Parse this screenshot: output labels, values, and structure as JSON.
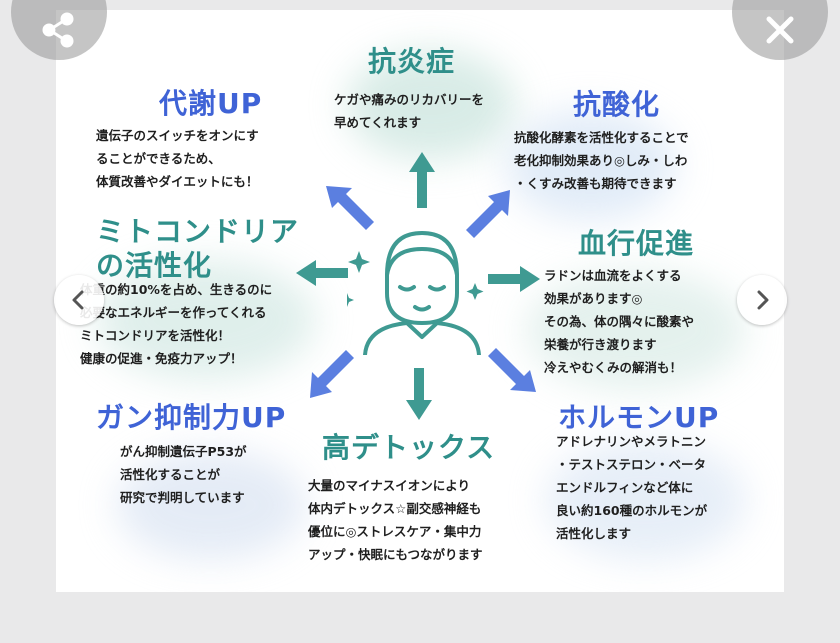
{
  "infographic": {
    "center": {
      "title": "抗炎症",
      "text": "ケガや痛みのリカバリーを\n早めてくれます"
    },
    "top_left": {
      "title": "代謝UP",
      "text": "遺伝子のスイッチをオンにす\nることができるため、\n体質改善やダイエットにも！"
    },
    "top_right": {
      "title": "抗酸化",
      "text": "抗酸化酵素を活性化することで\n老化抑制効果あり◎しみ・しわ\n・くすみ改善も期待できます"
    },
    "mid_left": {
      "title_line1": "ミトコンドリア",
      "title_line2": "の活性化",
      "text": "体重の約10%を占め、生きるのに\n必要なエネルギーを作ってくれる\nミトコンドリアを活性化！\n健康の促進・免疫力アップ！"
    },
    "mid_right": {
      "title": "血行促進",
      "text": "ラドンは血流をよくする\n効果があります◎\nその為、体の隅々に酸素や\n栄養が行き渡ります\n冷えやむくみの解消も！"
    },
    "bottom_left": {
      "title": "ガン抑制力UP",
      "text": "がん抑制遺伝子P53が\n活性化することが\n研究で判明しています"
    },
    "bottom_center": {
      "title": "高デトックス",
      "text": "大量のマイナスイオンにより\n体内デトックス☆副交感神経も\n優位に◎ストレスケア・集中力\nアップ・快眠にもつながります"
    },
    "bottom_right": {
      "title": "ホルモンUP",
      "text": "アドレナリンやメラトニン\n・テストステロン・ベータ\nエンドルフィンなど体に\n良い約160種のホルモンが\n活性化します"
    }
  },
  "controls": {
    "share_icon": "share-icon",
    "close_icon": "close-icon",
    "prev_icon": "chevron-left-icon",
    "next_icon": "chevron-right-icon"
  },
  "colors": {
    "teal": "#2f8f8a",
    "blue": "#3f63d6",
    "arrow_teal": "#3f9a92",
    "arrow_blue": "#5b7fe0"
  }
}
